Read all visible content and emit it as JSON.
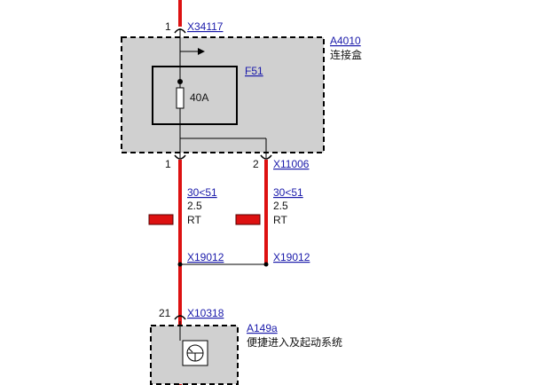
{
  "colors": {
    "wire": "#dd1111",
    "box_fill": "#d0d0d0",
    "link": "#1a1aaa",
    "text": "#111111"
  },
  "connectors": {
    "top": {
      "pin": "1",
      "id": "X34117"
    },
    "bottom_left": {
      "pin": "1"
    },
    "bottom_right": {
      "pin": "2",
      "id": "X11006"
    },
    "lower": {
      "pin": "21",
      "id": "X10318"
    }
  },
  "module_a4010": {
    "id": "A4010",
    "name": "连接盒"
  },
  "fuse": {
    "id": "F51",
    "rating": "40A"
  },
  "wires": [
    {
      "circuit": "30<51",
      "size": "2.5",
      "color_code": "RT",
      "splice": "X19012"
    },
    {
      "circuit": "30<51",
      "size": "2.5",
      "color_code": "RT",
      "splice": "X19012"
    }
  ],
  "module_a149a": {
    "id": "A149a",
    "name": "便捷进入及起动系统"
  },
  "icons": {
    "arrow": "arrow-right-icon",
    "fuse": "fuse-icon",
    "wire_marker": "wire-marker-icon",
    "control_unit": "control-unit-icon"
  }
}
